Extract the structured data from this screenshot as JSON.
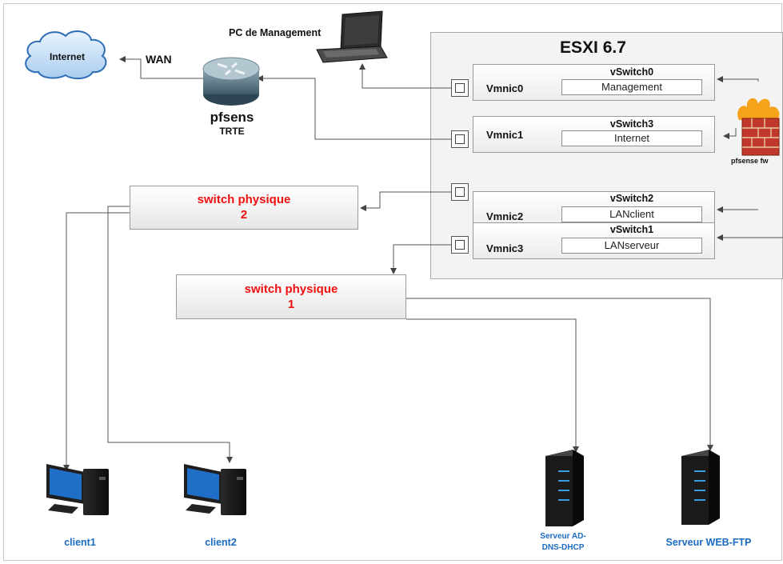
{
  "cloud": {
    "label": "Internet"
  },
  "wan_label": "WAN",
  "router": {
    "name": "pfsens",
    "sub": "TRTE"
  },
  "laptop": {
    "label": "PC de Management"
  },
  "esxi": {
    "title": "ESXI 6.7",
    "rows": [
      {
        "nic": "Vmnic0",
        "vswitch": "vSwitch0",
        "portgroup": "Management"
      },
      {
        "nic": "Vmnic1",
        "vswitch": "vSwitch3",
        "portgroup": "Internet"
      },
      {
        "nic": "Vmnic2",
        "vswitch": "vSwitch2",
        "portgroup": "LANclient"
      },
      {
        "nic": "Vmnic3",
        "vswitch": "vSwitch1",
        "portgroup": "LANserveur"
      }
    ]
  },
  "firewall": {
    "label": "pfsense fw"
  },
  "switch2": {
    "line1": "switch physique",
    "line2": "2"
  },
  "switch1": {
    "line1": "switch physique",
    "line2": "1"
  },
  "clients": [
    "client1",
    "client2"
  ],
  "servers": {
    "ad": "Serveur AD-DNS-DHCP",
    "web": "Serveur WEB-FTP"
  }
}
